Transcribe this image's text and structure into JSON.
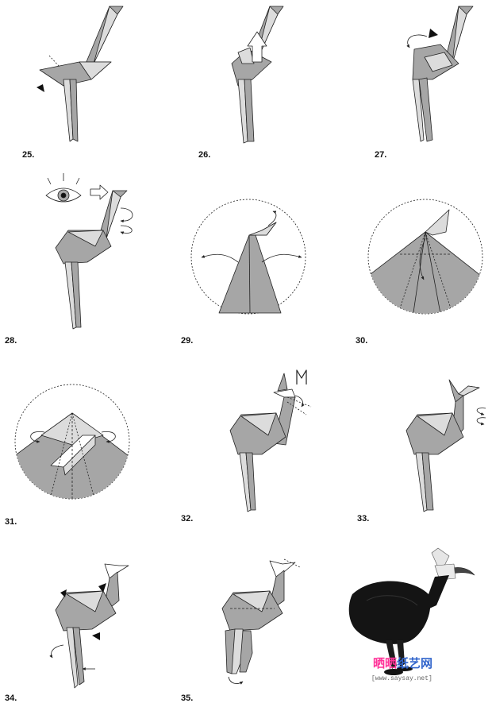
{
  "steps": [
    "25.",
    "26.",
    "27.",
    "28.",
    "29.",
    "30.",
    "31.",
    "32.",
    "33.",
    "34.",
    "35."
  ],
  "watermark": {
    "logo_part1": "晒晒",
    "logo_part2": "纸艺网",
    "url": "[www.saysay.net]"
  },
  "colors": {
    "paper_gray": "#a6a6a6",
    "paper_light": "#dcdcdc",
    "paper_white": "#ffffff",
    "outline": "#222222",
    "bird_black": "#141414",
    "watermark_pink": "#ff3399",
    "watermark_blue": "#3366cc"
  },
  "icons": [
    "eye-icon",
    "arrow-right-icon",
    "arrow-up-hollow-icon",
    "valley-fold-arrow-icon",
    "push-triangle-icon",
    "rotate-arrow-icon",
    "mountain-fold-m-icon"
  ]
}
